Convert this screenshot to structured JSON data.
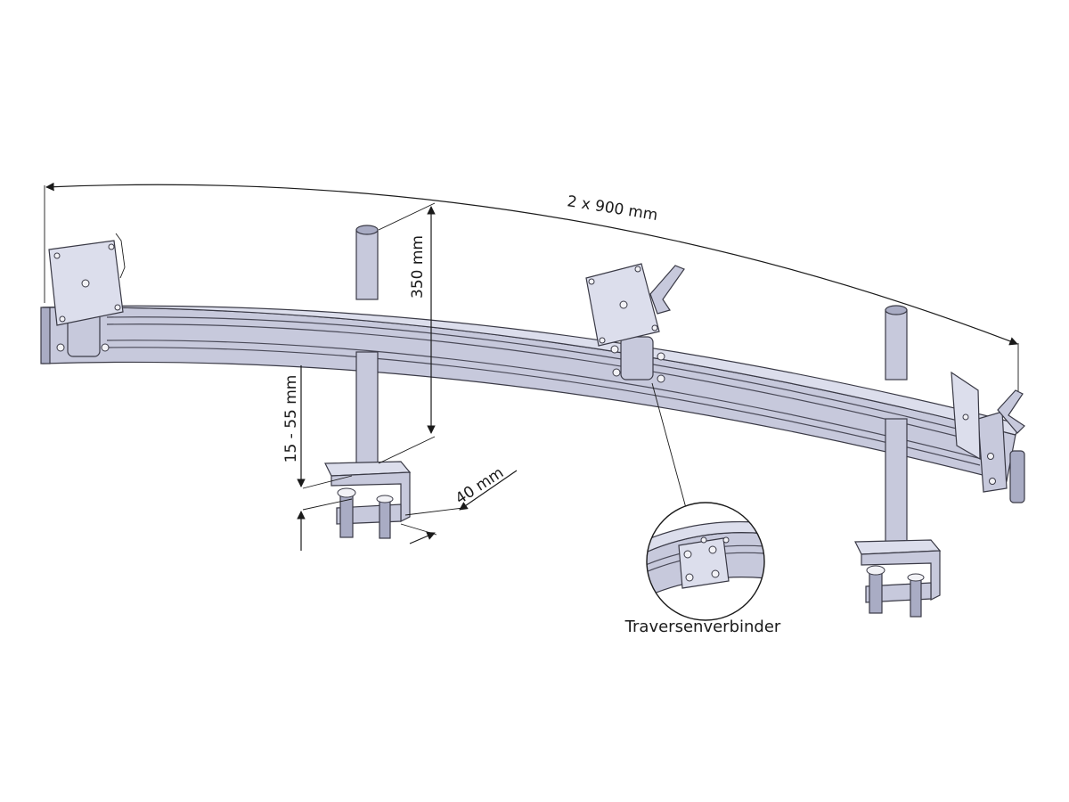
{
  "dimensions": {
    "total_width": "2 x 900 mm",
    "pole_height": "350 mm",
    "clamp_range": "15 - 55 mm",
    "clamp_depth": "40 mm"
  },
  "callout": {
    "label": "Traversenverbinder"
  },
  "colors": {
    "metal": "#c7c9dc",
    "outline": "#3a3a46",
    "dimension_line": "#1a1a1a"
  }
}
